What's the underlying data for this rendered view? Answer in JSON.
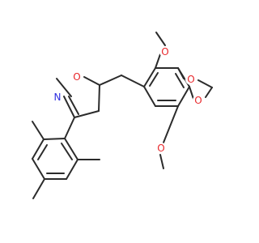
{
  "colors": {
    "bond": "#2b2b2b",
    "oxygen": "#e8262a",
    "nitrogen": "#2e2ee0",
    "background": "#ffffff"
  },
  "atoms": {
    "o_isoxazoline": "O",
    "n_isoxazoline": "N",
    "o_methoxy_top": "O",
    "o_methoxy_bottom": "O",
    "o_dioxole_upper": "O",
    "o_dioxole_lower": "O"
  }
}
